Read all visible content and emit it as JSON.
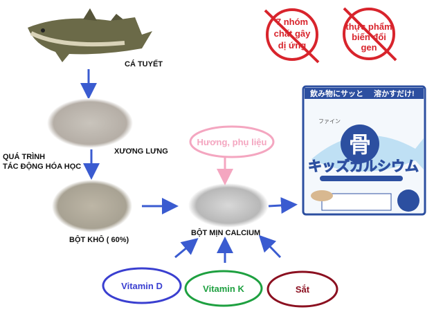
{
  "colors": {
    "arrow": "#3a5bd0",
    "ban": "#d8242c",
    "flavor": "#f4a6c0",
    "vitamin_d": "#3a3fd0",
    "vitamin_k": "#1ea040",
    "iron": "#8b1020"
  },
  "steps": {
    "fish": "CÁ TUYẾT",
    "backbone": "XƯƠNG LƯNG",
    "process_line1": "QUÁ TRÌNH",
    "process_line2": "TÁC ĐỘNG HÓA HỌC",
    "dry_powder": "BỘT KHÔ ( 60%)",
    "fine_powder": "BỘT MỊN CALCIUM"
  },
  "additives": {
    "flavor": "Hương, phụ liệu",
    "vitamin_d": "Vitamin D",
    "vitamin_k": "Vitamin K",
    "iron": "Sắt"
  },
  "bans": [
    {
      "lines": [
        "7 nhóm",
        "chất gây",
        "dị ứng"
      ]
    },
    {
      "lines": [
        "thực phẩm",
        "biến đổi",
        "gen"
      ]
    }
  ],
  "product": {
    "top_left": "飲み物にサッと",
    "top_right": "溶かすだけ!",
    "kanji": "骨",
    "name": "キッズカルシウム",
    "brand": "ファイン"
  }
}
